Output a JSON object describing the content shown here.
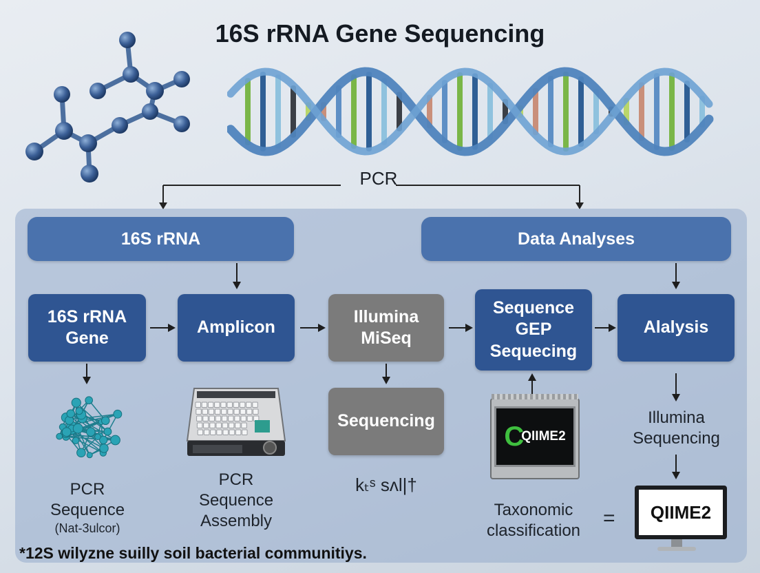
{
  "title": "16S rRNA Gene Sequencing",
  "pcr_label": "PCR",
  "headers": {
    "left": "16S rRNA",
    "right": "Data Analyses"
  },
  "steps": [
    {
      "lines": [
        "16S rRNA",
        "Gene"
      ]
    },
    {
      "lines": [
        "Amplicon"
      ]
    },
    {
      "lines": [
        "Illumina",
        "MiSeq"
      ]
    },
    {
      "lines": [
        "Sequence",
        "GEP",
        "Sequecing"
      ]
    },
    {
      "lines": [
        "Alalysis"
      ]
    }
  ],
  "sequencing_box": "Sequencing",
  "labels": {
    "col1": [
      "PCR",
      "Sequence",
      "(Nat-3ulcor)"
    ],
    "col2": [
      "PCR",
      "Sequence",
      "Assembly"
    ],
    "col3": "kₜˢ sʌl|†",
    "col4": [
      "Taxonomic",
      "classification"
    ],
    "col5": [
      "Illumina",
      "Sequencing"
    ]
  },
  "qiime_device": "QIIME2",
  "qiime_monitor": "QIIME2",
  "equals": "=",
  "footnote": "*12S wilyzne suilly soil bacterial communitiys.",
  "colors": {
    "header_blue": "#4a72ad",
    "box_blue": "#2f5592",
    "box_gray": "#7b7b7b",
    "qiime_green": "#3fbf3f"
  }
}
